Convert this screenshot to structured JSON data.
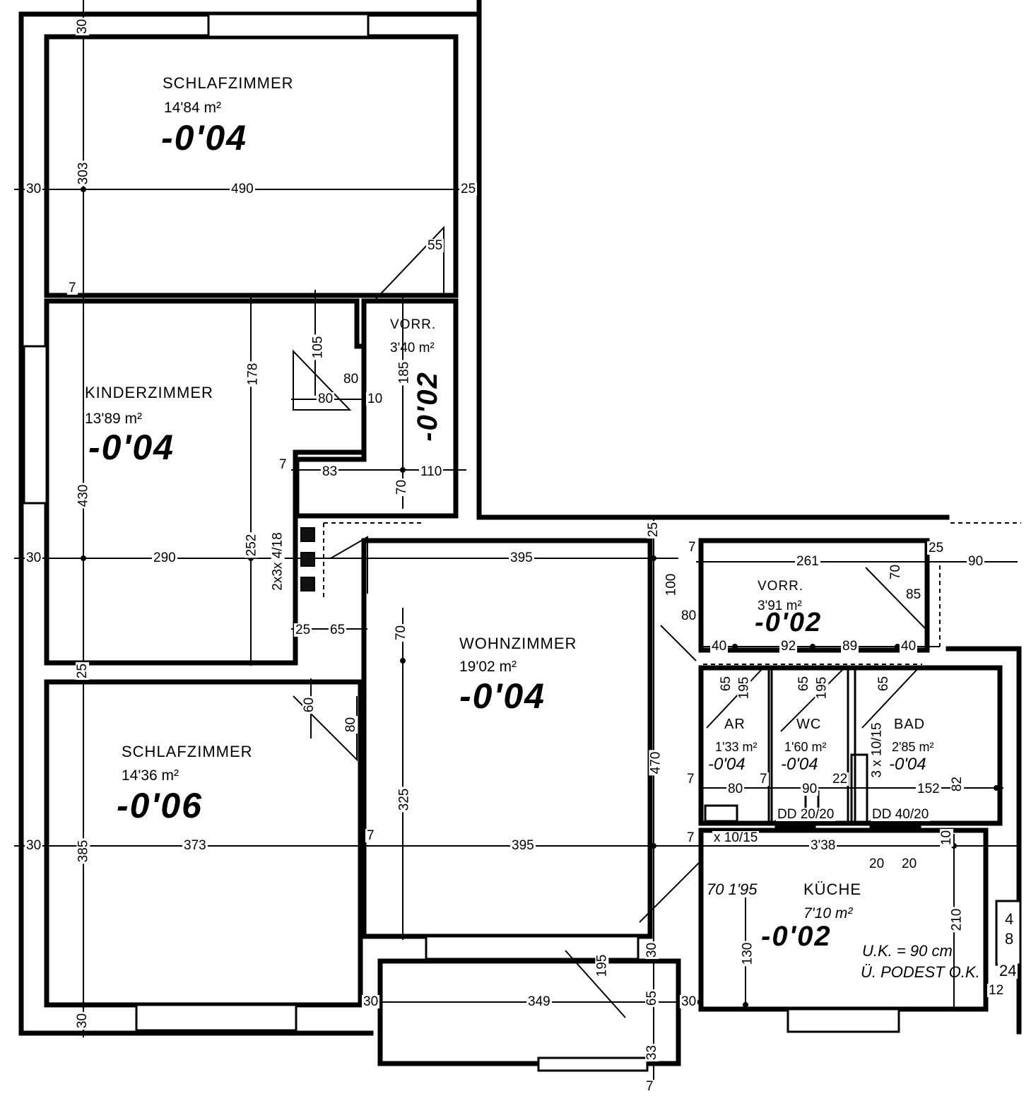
{
  "rooms": {
    "schlaf1": {
      "name": "SCHLAFZIMMER",
      "area": "14'84 m²",
      "level": "-0'04"
    },
    "kinder": {
      "name": "KINDERZIMMER",
      "area": "13'89 m²",
      "level": "-0'04"
    },
    "vorr1": {
      "name": "VORR.",
      "area": "3'40 m²",
      "level": "-0'02"
    },
    "wohn": {
      "name": "WOHNZIMMER",
      "area": "19'02 m²",
      "level": "-0'04"
    },
    "schlaf2": {
      "name": "SCHLAFZIMMER",
      "area": "14'36 m²",
      "level": "-0'06"
    },
    "vorr2": {
      "name": "VORR.",
      "area": "3'91 m²",
      "level": "-0'02"
    },
    "ar": {
      "name": "AR",
      "area": "1'33 m²",
      "level": "-0'04"
    },
    "wc": {
      "name": "WC",
      "area": "1'60 m²",
      "level": "-0'04"
    },
    "bad": {
      "name": "BAD",
      "area": "2'85 m²",
      "level": "-0'04"
    },
    "kueche": {
      "name": "KÜCHE",
      "area": "7'10 m²",
      "level": "-0'02"
    }
  },
  "dimensions": {
    "d30_top": "30",
    "d303": "303",
    "d490": "490",
    "d25_right": "25",
    "d30_left1": "30",
    "d55": "55",
    "d7_a": "7",
    "d178": "178",
    "d105": "105",
    "d80_a": "80",
    "d80_b": "80",
    "d10_a": "10",
    "d185": "185",
    "d83": "83",
    "d110": "110",
    "d70_a": "70",
    "d7_b": "7",
    "d430": "430",
    "d30_left2": "30",
    "d290": "290",
    "d252": "252",
    "d2x3x4_18": "2x3x 4/18",
    "d25_b": "25",
    "d65_a": "65",
    "d395_top": "395",
    "d25_c": "25",
    "d7_c": "7",
    "d100": "100",
    "d80_c": "80",
    "d70_b": "70",
    "d25_d": "25",
    "d261": "261",
    "d90_a": "90",
    "d70_c": "70",
    "d85": "85",
    "d40_a": "40",
    "d92": "92",
    "d89": "89",
    "d40_b": "40",
    "d65_b": "65",
    "d195_a": "195",
    "d65_c": "65",
    "d195_b": "195",
    "d65_d": "65",
    "d25_e": "25",
    "d60": "60",
    "d80_d": "80",
    "d325": "325",
    "d470": "470",
    "d3x10_15": "3 x 10/15",
    "d80_e": "80",
    "d7_d": "7",
    "d90_b": "90",
    "d22": "22",
    "d152": "152",
    "d82": "82",
    "d7_e": "7",
    "dd20_20": "DD 20/20",
    "dd40_20": "DD 40/20",
    "d30_left3": "30",
    "d385": "385",
    "d373": "373",
    "d7_f": "7",
    "d395_bot": "395",
    "d7_g": "7",
    "dx10_15": "x 10/15",
    "d338": "3'38",
    "d20_a": "20",
    "d20_b": "20",
    "d10_b": "10",
    "d210": "210",
    "d130": "130",
    "d30_b": "30",
    "d349": "349",
    "d65_e": "65",
    "d30_c": "30",
    "d30_d": "30",
    "d30_bot": "30",
    "d33": "33",
    "d7_h": "7",
    "d12": "12",
    "d195_c": "195"
  },
  "notes": {
    "door_sill": "70 1'95",
    "stair_note1": "U.K. = 90 cm",
    "stair_note2": "Ü. PODEST O.K.",
    "edge_a": "4",
    "edge_b": "8",
    "edge_c": "24"
  }
}
